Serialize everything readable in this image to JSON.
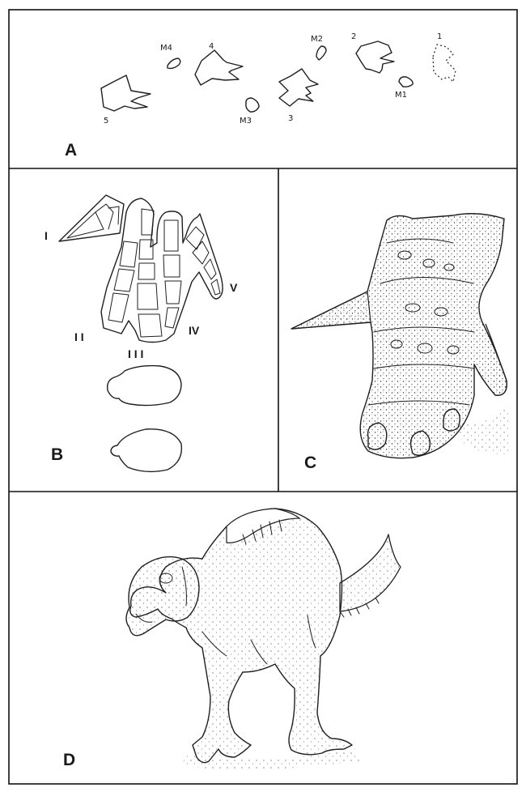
{
  "panel_a": {
    "label": "A",
    "tracks": [
      "5",
      "4",
      "3",
      "2",
      "1"
    ],
    "manus": [
      "M4",
      "M3",
      "M2",
      "M1"
    ]
  },
  "panel_b": {
    "label": "B",
    "digits": [
      "I",
      "I I",
      "I I I",
      "IV",
      "V"
    ]
  },
  "panel_c": {
    "label": "C"
  },
  "panel_d": {
    "label": "D"
  }
}
